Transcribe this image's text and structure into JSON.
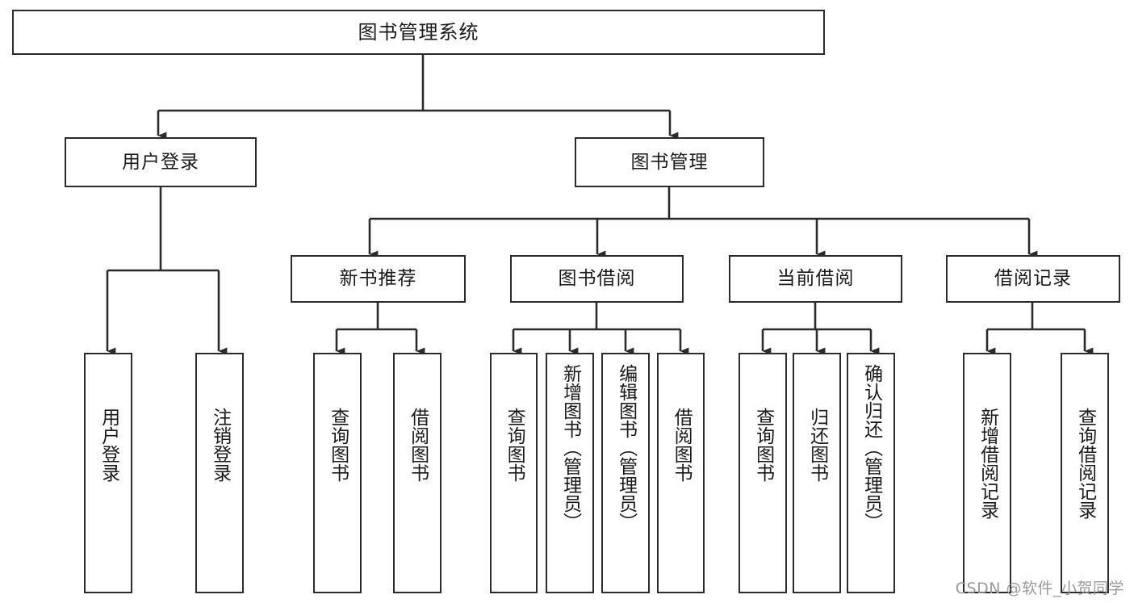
{
  "diagram": {
    "title": "图书管理系统",
    "type": "tree-hierarchy",
    "root": {
      "label": "图书管理系统"
    },
    "level2": [
      {
        "label": "用户登录"
      },
      {
        "label": "图书管理"
      }
    ],
    "level3": [
      {
        "label": "新书推荐"
      },
      {
        "label": "图书借阅"
      },
      {
        "label": "当前借阅"
      },
      {
        "label": "借阅记录"
      }
    ],
    "leaves": {
      "user_login": [
        {
          "label": "用户登录"
        },
        {
          "label": "注销登录"
        }
      ],
      "new_book_recommend": [
        {
          "label": "查询图书"
        },
        {
          "label": "借阅图书"
        }
      ],
      "book_borrow": [
        {
          "label": "查询图书"
        },
        {
          "label": "新增图书（管理员）"
        },
        {
          "label": "编辑图书（管理员）"
        },
        {
          "label": "借阅图书"
        }
      ],
      "current_borrow": [
        {
          "label": "查询图书"
        },
        {
          "label": "归还图书"
        },
        {
          "label": "确认归还（管理员）"
        }
      ],
      "borrow_records": [
        {
          "label": "新增借阅记录"
        },
        {
          "label": "查询借阅记录"
        }
      ]
    }
  },
  "watermark": {
    "text": "CSDN @软件_小贺同学"
  },
  "colors": {
    "stroke": "#2b2b2b",
    "background": "#ffffff",
    "text": "#1a1a1a",
    "watermark": "#9a9a9a"
  }
}
